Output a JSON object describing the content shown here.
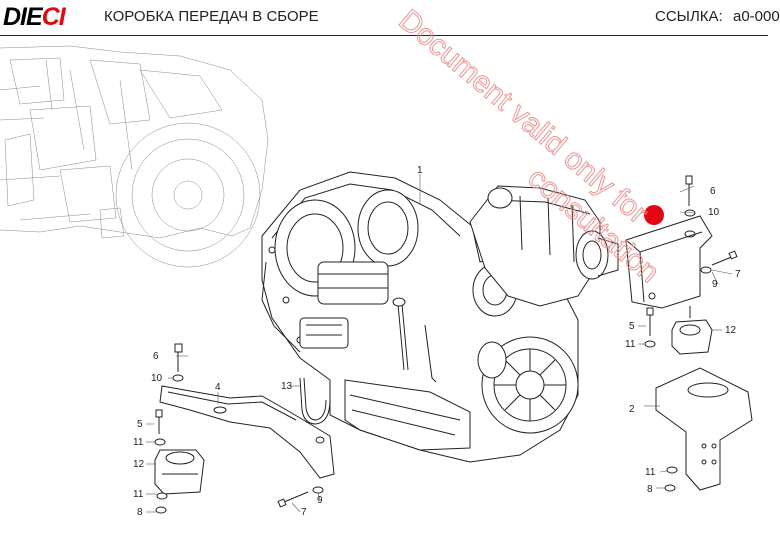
{
  "header": {
    "logo_text_main": "DIE",
    "logo_text_accent": "CI",
    "title": "КОРОБКА ПЕРЕДАЧ В СБОРЕ",
    "ref_label": "ССЫЛКА:",
    "ref_value": "a0-000"
  },
  "watermark": {
    "line1": "Document valid only for",
    "line2": "consultation"
  },
  "callouts": {
    "c1": "1",
    "c2": "2",
    "c4": "4",
    "c5a": "5",
    "c5b": "5",
    "c6a": "6",
    "c6b": "6",
    "c7a": "7",
    "c7b": "7",
    "c8a": "8",
    "c8b": "8",
    "c9a": "9",
    "c9b": "9",
    "c10a": "10",
    "c10b": "10",
    "c11a": "11",
    "c11b": "11",
    "c11c": "11",
    "c11d": "11",
    "c12a": "12",
    "c12b": "12",
    "c13": "13"
  },
  "colors": {
    "accent": "#e30613",
    "marker": "#e30613",
    "watermark": "#e88a8a"
  }
}
